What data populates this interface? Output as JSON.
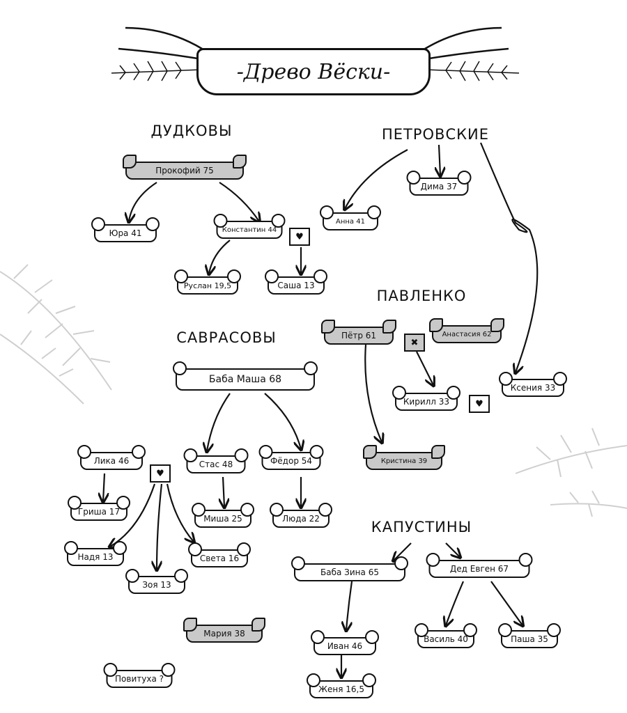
{
  "title": "-Древо Вёски-",
  "families": {
    "dudkovy": "ДУДКОВЫ",
    "petrovskie": "ПЕТРОВСКИЕ",
    "pavlenko": "ПАВЛЕНКО",
    "savrasovy": "САВРАСОВЫ",
    "kapustiny": "КАПУСТИНЫ"
  },
  "people": {
    "prokofiy": "Прокофий 75",
    "yura": "Юра 41",
    "konstantin": "Константин 44",
    "anna": "Анна 41",
    "dima": "Дима 37",
    "ruslan": "Руслан 19,5",
    "sasha": "Саша 13",
    "petr": "Пётр 61",
    "anastasia": "Анастасия 62",
    "kirill": "Кирилл 33",
    "ksenia": "Ксения 33",
    "kristina": "Кристина 39",
    "baba_masha": "Баба Маша 68",
    "lika": "Лика 46",
    "stas": "Стас 48",
    "fedor": "Фёдор 54",
    "grisha": "Гриша 17",
    "misha": "Миша 25",
    "lyuda": "Люда 22",
    "nadya": "Надя 13",
    "sveta": "Света 16",
    "zoya": "Зоя 13",
    "maria": "Мария 38",
    "povitukha": "Повитуха ?",
    "baba_zina": "Баба Зина 65",
    "ded_evgen": "Дед Евген 67",
    "ivan": "Иван 46",
    "zhenya": "Женя 16,5",
    "vasil": "Василь 40",
    "pasha": "Паша 35"
  },
  "symbols": {
    "heart": "♥",
    "crossbones": "✖"
  },
  "colors": {
    "ink": "#111111",
    "deceased": "#c9c9c9",
    "leaves": "#cfcfcf"
  }
}
